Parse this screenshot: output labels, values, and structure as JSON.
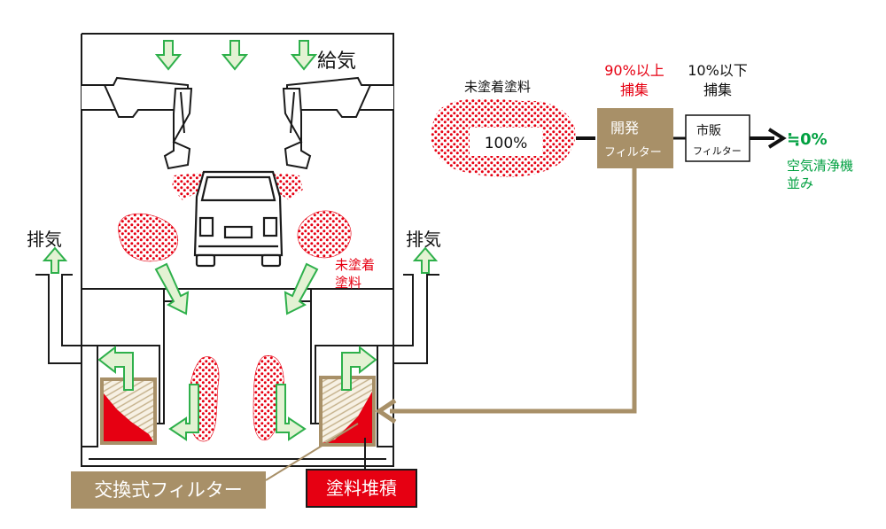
{
  "labels": {
    "supply_air": "給気",
    "exhaust_left": "排気",
    "exhaust_right": "排気",
    "uncoated_paint_booth": [
      "未塗着",
      "塗料"
    ],
    "swap_filter": "交換式フィルター",
    "paint_buildup": "塗料堆積"
  },
  "flow": {
    "uncoated_title": "未塗着塗料",
    "input_percent": "100%",
    "dev_capture": [
      "90%以上",
      "捕集"
    ],
    "com_capture": [
      "10%以下",
      "捕集"
    ],
    "dev_filter": [
      "開発",
      "フィルター"
    ],
    "com_filter": [
      "市販",
      "フィルター"
    ],
    "result_value": "≒0%",
    "result_note": [
      "空気清浄機",
      "並み"
    ]
  },
  "colors": {
    "arrow_green": "#2eb04b",
    "arrow_fill": "#e3f2d3",
    "filter_brown": "#a89068",
    "filter_box": "#c2ad84",
    "paint_red": "#e60012",
    "result_green": "#00a040"
  }
}
